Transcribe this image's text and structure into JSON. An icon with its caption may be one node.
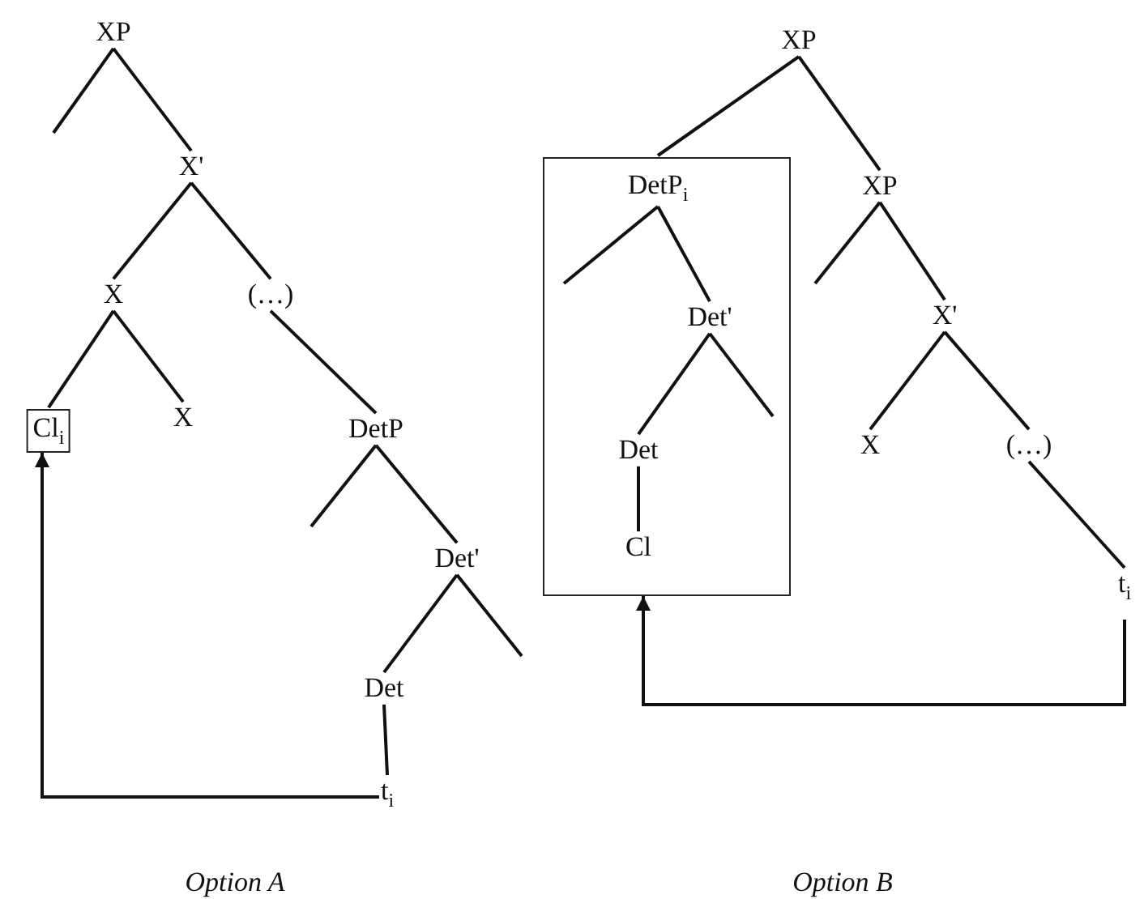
{
  "diagram": {
    "nodes": [
      {
        "text": [
          "XP"
        ]
      },
      {
        "text": [
          "X'"
        ]
      },
      {
        "text": [
          "X"
        ]
      },
      {
        "text": [
          "(…)"
        ]
      },
      {
        "text": [
          "Cl$_{i}$"
        ]
      },
      {
        "text": [
          "X"
        ]
      },
      {
        "text": [
          "DetP"
        ]
      },
      {
        "text": [
          "Det'"
        ]
      },
      {
        "text": [
          "Det"
        ]
      },
      {
        "text": [
          "t$_{i}$"
        ]
      },
      {
        "text": [
          "XP"
        ]
      },
      {
        "text": [],
        "shape": "box"
      },
      {
        "text": [
          "DetP$_{i}$"
        ],
        "in": 11
      },
      {
        "text": [
          "Det'"
        ],
        "in": 11
      },
      {
        "text": [
          "Det"
        ],
        "in": 11
      },
      {
        "text": [
          "Cl"
        ],
        "in": 11
      },
      {
        "text": [
          "XP"
        ]
      },
      {
        "text": [
          "X'"
        ]
      },
      {
        "text": [
          "X"
        ]
      },
      {
        "text": [
          "(…)"
        ]
      },
      {
        "text": [
          "t$_{i}$"
        ]
      }
    ],
    "edges": [
      {
        "from": 0,
        "to": null,
        "arrow": "none"
      },
      {
        "from": 0,
        "to": 1,
        "arrow": "none"
      },
      {
        "from": 1,
        "to": 2,
        "arrow": "none"
      },
      {
        "from": 1,
        "to": 3,
        "arrow": "none"
      },
      {
        "from": 2,
        "to": 4,
        "arrow": "none"
      },
      {
        "from": 2,
        "to": 5,
        "arrow": "none"
      },
      {
        "from": 3,
        "to": 6,
        "arrow": "none"
      },
      {
        "from": 6,
        "to": null,
        "arrow": "none"
      },
      {
        "from": 6,
        "to": 7,
        "arrow": "none"
      },
      {
        "from": 7,
        "to": 8,
        "arrow": "none"
      },
      {
        "from": 7,
        "to": null,
        "arrow": "none"
      },
      {
        "from": 8,
        "to": 9,
        "arrow": "none"
      },
      {
        "from": 9,
        "to": 4,
        "arrow": "to"
      },
      {
        "from": 10,
        "to": 11,
        "arrow": "none"
      },
      {
        "from": 10,
        "to": 16,
        "arrow": "none"
      },
      {
        "from": 12,
        "to": null,
        "arrow": "none"
      },
      {
        "from": 12,
        "to": 13,
        "arrow": "none"
      },
      {
        "from": 13,
        "to": 14,
        "arrow": "none"
      },
      {
        "from": 13,
        "to": null,
        "arrow": "none"
      },
      {
        "from": 14,
        "to": 15,
        "arrow": "none"
      },
      {
        "from": 16,
        "to": null,
        "arrow": "none"
      },
      {
        "from": 16,
        "to": 17,
        "arrow": "none"
      },
      {
        "from": 17,
        "to": 18,
        "arrow": "none"
      },
      {
        "from": 17,
        "to": 19,
        "arrow": "none"
      },
      {
        "from": 19,
        "to": 20,
        "arrow": "none"
      },
      {
        "from": 20,
        "to": 11,
        "arrow": "to"
      }
    ],
    "labels": [
      "Option A",
      "Option B"
    ]
  }
}
